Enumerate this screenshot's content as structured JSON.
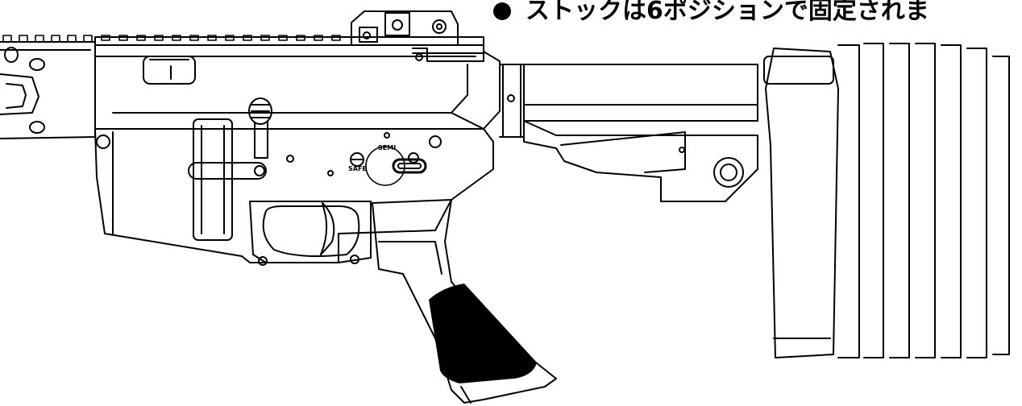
{
  "caption": {
    "bullet": "●",
    "text": "ストックは6ポジションで固定されま"
  },
  "receiver_markings": {
    "semi": "SEMI",
    "safe": "SAFE"
  },
  "stock_positions": 6,
  "colors": {
    "line": "#000000",
    "background": "#ffffff"
  }
}
